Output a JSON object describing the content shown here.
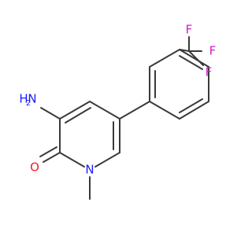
{
  "molecule": {
    "atoms": {
      "nh2_n": "N",
      "nh2_h": "H",
      "nh2_sub": "2",
      "carbonyl_o": "O",
      "ring_n": "N",
      "f_top": "F",
      "f_right": "F",
      "f_left": "F"
    },
    "colors": {
      "bond": "#3a3a3a",
      "nitrogen": "#1a1aff",
      "oxygen": "#ff1a1a",
      "fluorine": "#d11ad1"
    }
  }
}
